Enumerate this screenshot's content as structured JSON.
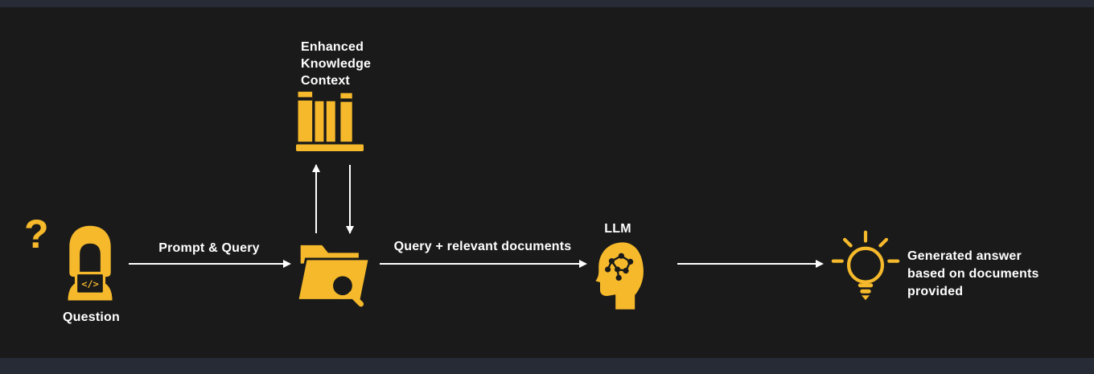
{
  "diagram": {
    "title_implied": "Retrieval augmented generation flow",
    "colors": {
      "background": "#1a1a1a",
      "edge_bar": "#262b36",
      "accent_yellow": "#f5b92b",
      "text": "#ffffff",
      "arrow": "#ffffff"
    },
    "nodes": {
      "question": {
        "question_mark": "?",
        "label": "Question",
        "icon": "person-at-laptop-icon",
        "laptop_code": "</>"
      },
      "knowledge": {
        "title": "Enhanced Knowledge Context",
        "icon": "books-shelf-icon"
      },
      "retrieval": {
        "icon": "folder-search-icon"
      },
      "llm": {
        "label": "LLM",
        "icon": "head-brain-icon"
      },
      "answer": {
        "label": "Generated answer based on documents provided",
        "icon": "lightbulb-icon"
      }
    },
    "edges": {
      "prompt_query": {
        "label": "Prompt & Query",
        "from": "question",
        "to": "retrieval"
      },
      "query_docs": {
        "label": "Query + relevant documents",
        "from": "retrieval",
        "to": "llm"
      },
      "to_answer": {
        "label": "",
        "from": "llm",
        "to": "answer"
      },
      "retrieval_to_knowledge": {
        "label": "",
        "direction": "up"
      },
      "knowledge_to_retrieval": {
        "label": "",
        "direction": "down"
      }
    }
  }
}
